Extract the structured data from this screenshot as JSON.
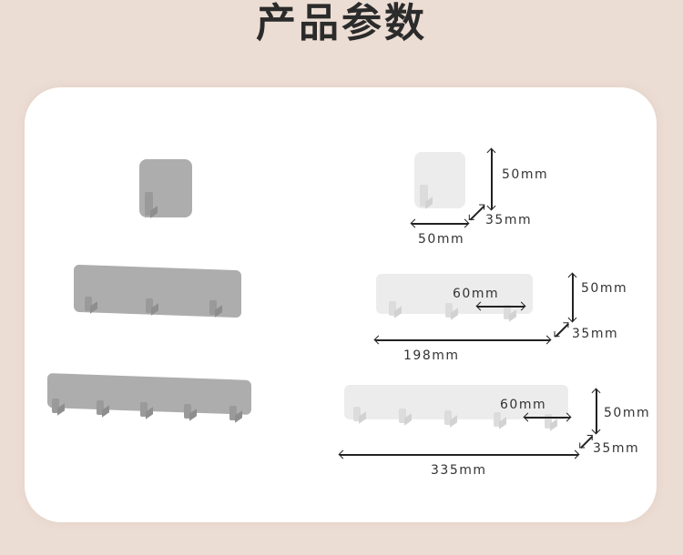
{
  "header": {
    "title": "产品参数"
  },
  "colors": {
    "background": "#ecddd4",
    "card": "#ffffff",
    "product_gray": "#adadad",
    "product_light": "#ececec",
    "text": "#2b2b2b"
  },
  "products": [
    {
      "name": "single-hook",
      "hooks": 1,
      "width": "50mm",
      "height": "50mm",
      "depth": "35mm"
    },
    {
      "name": "three-hook-rack",
      "hooks": 3,
      "width": "198mm",
      "height": "50mm",
      "depth": "35mm",
      "spacing": "60mm"
    },
    {
      "name": "five-hook-rack",
      "hooks": 5,
      "width": "335mm",
      "height": "50mm",
      "depth": "35mm",
      "spacing": "60mm"
    }
  ]
}
